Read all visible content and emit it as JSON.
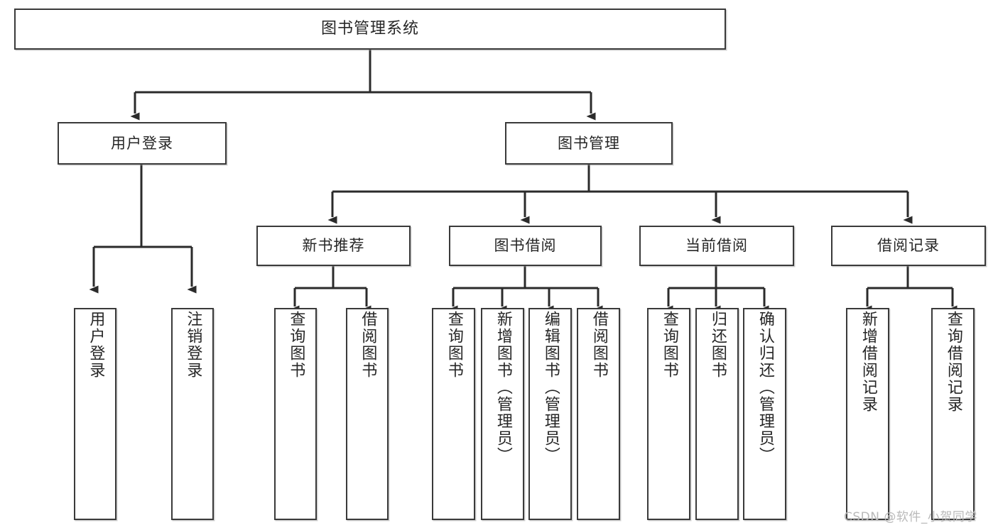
{
  "diagram": {
    "title": "图书管理系统",
    "type": "tree-hierarchy-diagram",
    "colors": {
      "box_border": "#3a3a3a",
      "box_fill": "#ffffff",
      "edge": "#2b2b2b",
      "text": "#262626",
      "watermark": "#b9b9b9"
    },
    "root": {
      "label": "图书管理系统"
    },
    "level2": [
      {
        "label": "用户登录"
      },
      {
        "label": "图书管理"
      }
    ],
    "level3": [
      {
        "label": "新书推荐"
      },
      {
        "label": "图书借阅"
      },
      {
        "label": "当前借阅"
      },
      {
        "label": "借阅记录"
      }
    ],
    "leaves": {
      "user_login": [
        {
          "label": "用户登录"
        },
        {
          "label": "注销登录"
        }
      ],
      "new_book_recommend": [
        {
          "label": "查询图书"
        },
        {
          "label": "借阅图书"
        }
      ],
      "book_borrow": [
        {
          "label": "查询图书"
        },
        {
          "label": "新增图书（管理员）"
        },
        {
          "label": "编辑图书（管理员）"
        },
        {
          "label": "借阅图书"
        }
      ],
      "current_borrow": [
        {
          "label": "查询图书"
        },
        {
          "label": "归还图书"
        },
        {
          "label": "确认归还（管理员）"
        }
      ],
      "borrow_record": [
        {
          "label": "新增借阅记录"
        },
        {
          "label": "查询借阅记录"
        }
      ]
    },
    "watermark": "CSDN @软件_小贺同学"
  }
}
